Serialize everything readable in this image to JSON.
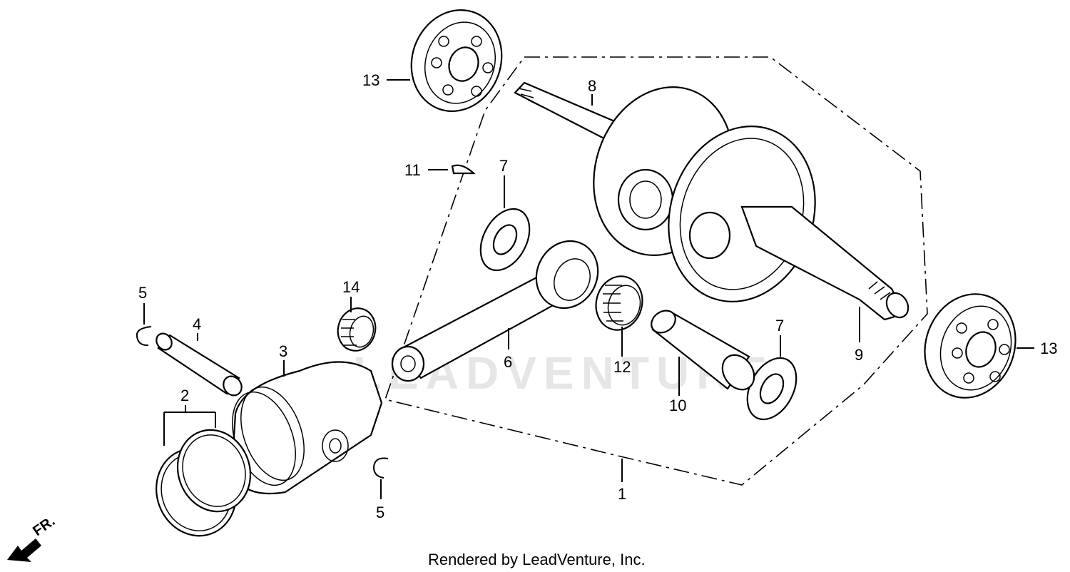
{
  "diagram": {
    "callouts": [
      {
        "id": "c1",
        "text": "1"
      },
      {
        "id": "c2",
        "text": "2"
      },
      {
        "id": "c3",
        "text": "3"
      },
      {
        "id": "c4",
        "text": "4"
      },
      {
        "id": "c5a",
        "text": "5"
      },
      {
        "id": "c5b",
        "text": "5"
      },
      {
        "id": "c6",
        "text": "6"
      },
      {
        "id": "c7a",
        "text": "7"
      },
      {
        "id": "c7b",
        "text": "7"
      },
      {
        "id": "c8",
        "text": "8"
      },
      {
        "id": "c9",
        "text": "9"
      },
      {
        "id": "c10",
        "text": "10"
      },
      {
        "id": "c11",
        "text": "11"
      },
      {
        "id": "c12",
        "text": "12"
      },
      {
        "id": "c13a",
        "text": "13"
      },
      {
        "id": "c13b",
        "text": "13"
      },
      {
        "id": "c14",
        "text": "14"
      }
    ],
    "direction_label": "FR.",
    "watermark": "LEADVENTURE",
    "footer": "Rendered by LeadVenture, Inc."
  }
}
